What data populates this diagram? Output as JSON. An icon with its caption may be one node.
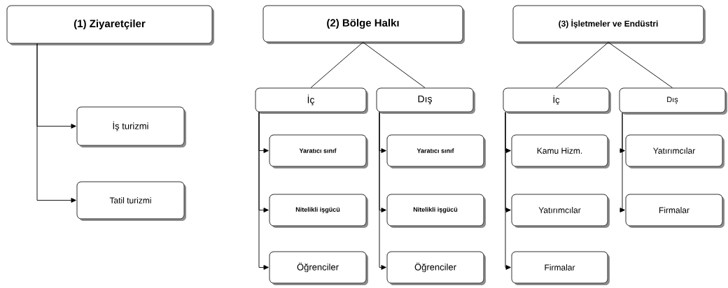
{
  "diagram": {
    "nodes": [
      {
        "text": [
          "(1) Ziyaretçiler"
        ]
      },
      {
        "text": [
          "İş turizmi"
        ]
      },
      {
        "text": [
          "Tatil turizmi"
        ]
      },
      {
        "text": [
          "(2) Bölge Halkı"
        ]
      },
      {
        "text": [
          "İç"
        ]
      },
      {
        "text": [
          "Dış"
        ]
      },
      {
        "text": [
          "Yaratıcı sınıf"
        ]
      },
      {
        "text": [
          "Nitelikli işgücü"
        ]
      },
      {
        "text": [
          "Öğrenciler"
        ]
      },
      {
        "text": [
          "Yaratıcı sınıf"
        ]
      },
      {
        "text": [
          "Nitelikli işgücü"
        ]
      },
      {
        "text": [
          "Öğrenciler"
        ]
      },
      {
        "text": [
          "(3) İşletmeler ve Endüstri"
        ]
      },
      {
        "text": [
          "İç"
        ]
      },
      {
        "text": [
          "Dış"
        ]
      },
      {
        "text": [
          "Kamu Hizm."
        ]
      },
      {
        "text": [
          "Yatırımcılar"
        ]
      },
      {
        "text": [
          "Firmalar"
        ]
      },
      {
        "text": [
          "Yatırımcılar"
        ]
      },
      {
        "text": [
          "Firmalar"
        ]
      }
    ],
    "edges": [
      {
        "from": 0,
        "to": 1,
        "arrow": "to"
      },
      {
        "from": 0,
        "to": 2,
        "arrow": "to"
      },
      {
        "from": 3,
        "to": 4,
        "arrow": "none"
      },
      {
        "from": 3,
        "to": 5,
        "arrow": "none"
      },
      {
        "from": 4,
        "to": 6,
        "arrow": "to"
      },
      {
        "from": 4,
        "to": 7,
        "arrow": "to"
      },
      {
        "from": 4,
        "to": 8,
        "arrow": "to"
      },
      {
        "from": 5,
        "to": 9,
        "arrow": "to"
      },
      {
        "from": 5,
        "to": 10,
        "arrow": "to"
      },
      {
        "from": 5,
        "to": 11,
        "arrow": "to"
      },
      {
        "from": 12,
        "to": 13,
        "arrow": "none"
      },
      {
        "from": 12,
        "to": 14,
        "arrow": "none"
      },
      {
        "from": 13,
        "to": 15,
        "arrow": "to"
      },
      {
        "from": 13,
        "to": 16,
        "arrow": "to"
      },
      {
        "from": 13,
        "to": 17,
        "arrow": "to"
      },
      {
        "from": 14,
        "to": 18,
        "arrow": "to"
      },
      {
        "from": 14,
        "to": 19,
        "arrow": "to"
      }
    ]
  }
}
